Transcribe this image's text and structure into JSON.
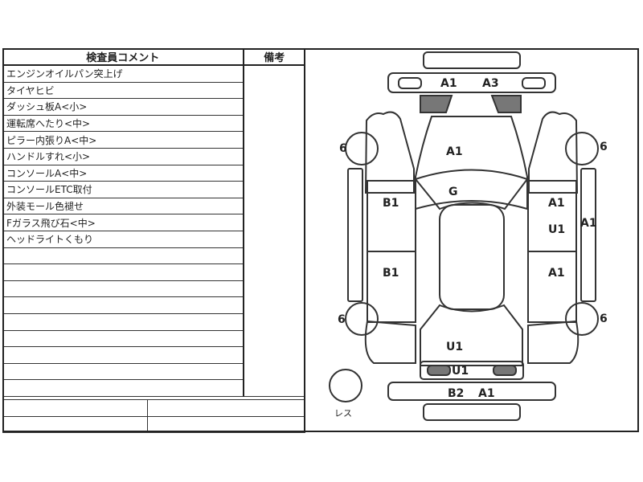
{
  "table": {
    "header_comment": "検査員コメント",
    "header_remarks": "備考",
    "comments": [
      "エンジンオイルパン突上げ",
      "タイヤヒビ",
      "ダッシュ板A<小>",
      "運転席へたり<中>",
      "ピラー内張りA<中>",
      "ハンドルすれ<小>",
      "コンソールA<中>",
      "コンソールETC取付",
      "外装モール色褪せ",
      "Fガラス飛び石<中>",
      "ヘッドライトくもり",
      "",
      "",
      "",
      "",
      "",
      "",
      "",
      "",
      ""
    ]
  },
  "diagram": {
    "front_bumper": "A1",
    "front_bumper_2": "A3",
    "hood": "A1",
    "windshield": "G",
    "left_front_door": "B1",
    "left_rear_door": "B1",
    "right_front_door": "A1",
    "right_front_door_2": "U1",
    "right_rear_door": "A1",
    "right_sill": "A1",
    "trunk": "U1",
    "rear_panel": "U1",
    "rear_bumper": "B2",
    "rear_bumper_2": "A1",
    "tire_fl": "6",
    "tire_fr": "6",
    "tire_rl": "6",
    "tire_rr": "6",
    "spare_label": "レス"
  }
}
